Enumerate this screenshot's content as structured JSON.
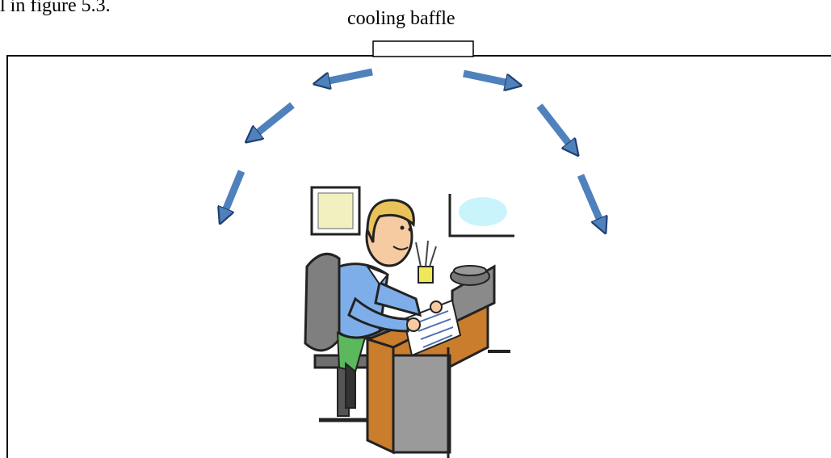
{
  "page_fragment": "l in figure 5.3.",
  "diagram": {
    "baffle_label": "cooling baffle",
    "arrow_color": "#4f81bd",
    "arrow_outline": "#1f3f6d",
    "airflow_arrows": [
      {
        "name": "airflow-arrow-left-1",
        "direction": "down-left"
      },
      {
        "name": "airflow-arrow-left-2",
        "direction": "down-left"
      },
      {
        "name": "airflow-arrow-left-3",
        "direction": "down"
      },
      {
        "name": "airflow-arrow-right-1",
        "direction": "down-right"
      },
      {
        "name": "airflow-arrow-right-2",
        "direction": "down-right"
      },
      {
        "name": "airflow-arrow-right-3",
        "direction": "down"
      }
    ],
    "illustration": "office-worker-at-desk"
  }
}
